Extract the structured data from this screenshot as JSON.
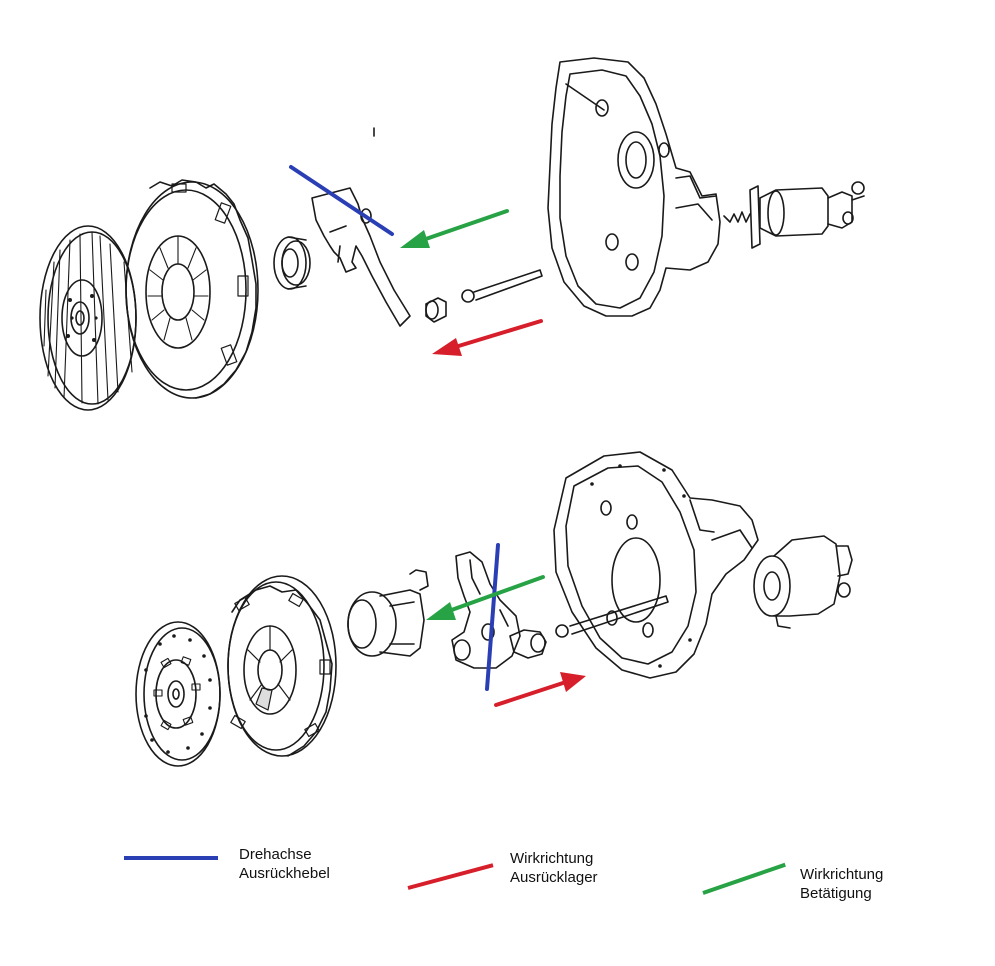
{
  "colors": {
    "axis_line": "#2b3fb5",
    "direction_release_bearing": "#d61f2a",
    "direction_actuation": "#27a345",
    "drawing_ink": "#1a1a1a",
    "background": "#ffffff"
  },
  "legend": [
    {
      "key": "axis",
      "line1": "Drehachse",
      "line2": "Ausrückhebel",
      "color": "#2b3fb5"
    },
    {
      "key": "bearing",
      "line1": "Wirkrichtung",
      "line2": "Ausrücklager",
      "color": "#d61f2a"
    },
    {
      "key": "actuation",
      "line1": "Wirkrichtung",
      "line2": "Betätigung",
      "color": "#27a345"
    }
  ],
  "assemblies": [
    {
      "name": "upper-clutch-assembly",
      "parts": [
        "clutch-disc",
        "pressure-plate",
        "release-bearing",
        "release-lever",
        "pivot-bushing",
        "push-rod",
        "bell-housing",
        "slave-cylinder"
      ]
    },
    {
      "name": "lower-clutch-assembly",
      "parts": [
        "clutch-disc",
        "pressure-plate",
        "release-bearing",
        "release-fork",
        "pivot-bushing",
        "push-rod",
        "bell-housing",
        "slave-cylinder"
      ]
    }
  ]
}
